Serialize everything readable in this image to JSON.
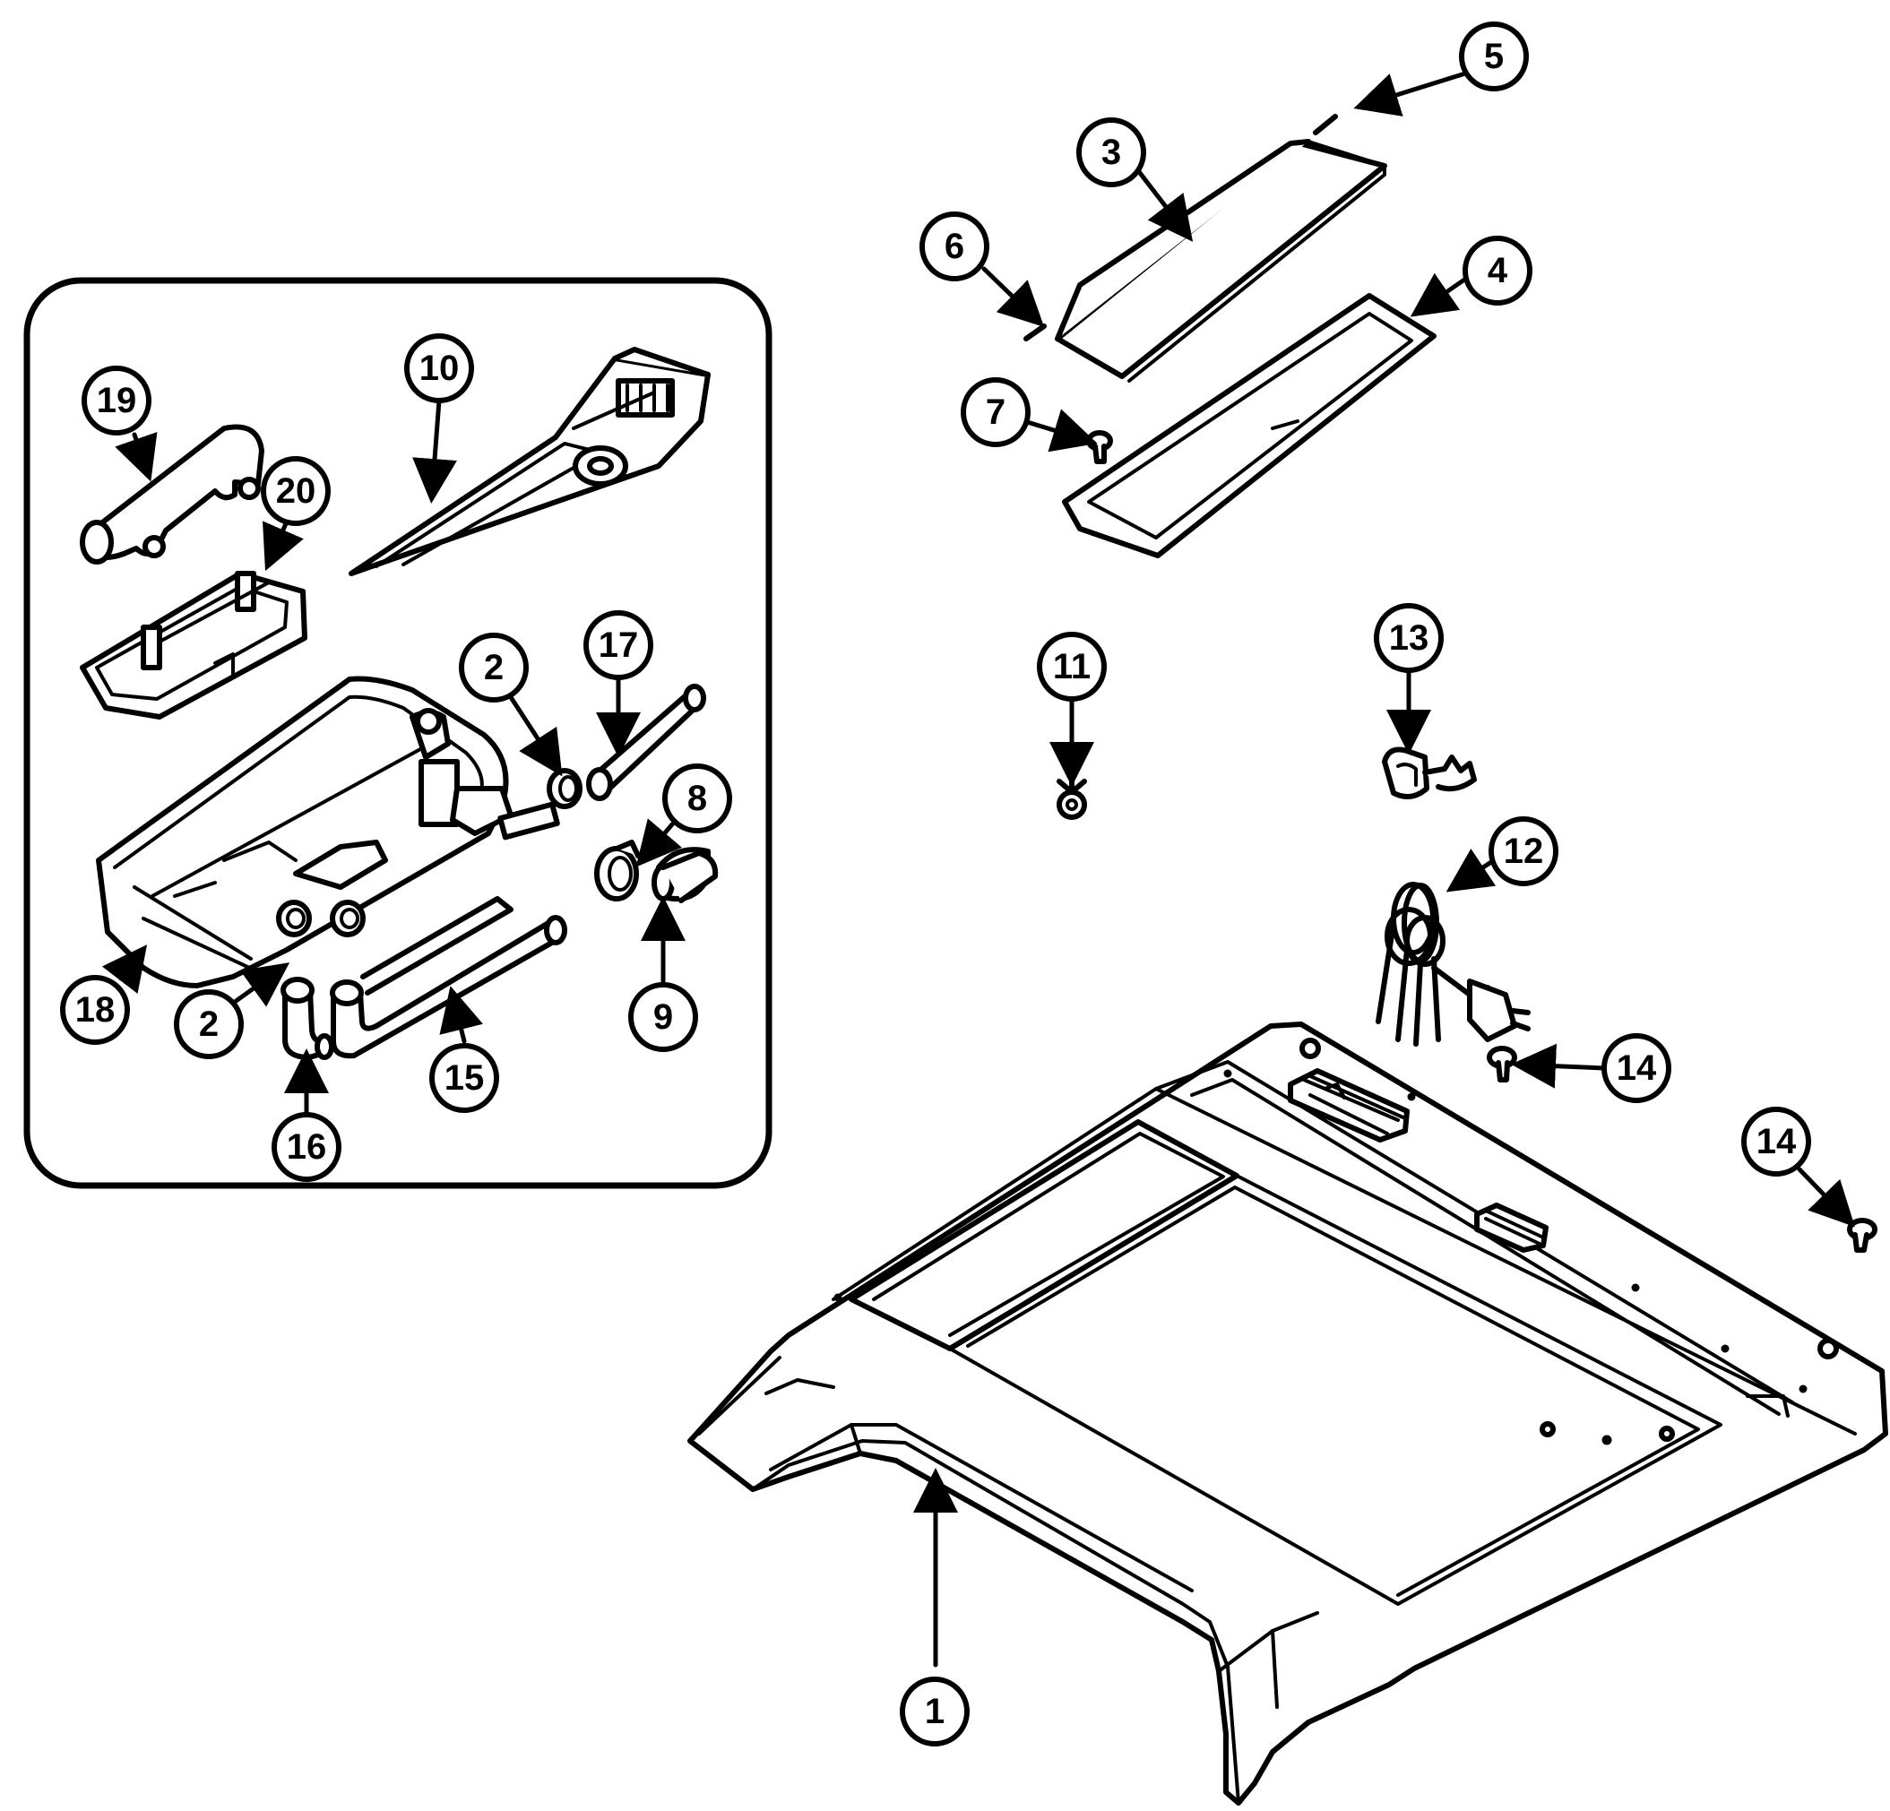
{
  "callouts": {
    "c1": "1",
    "c2a": "2",
    "c2b": "2",
    "c3": "3",
    "c4": "4",
    "c5": "5",
    "c6": "6",
    "c7": "7",
    "c8": "8",
    "c9": "9",
    "c10": "10",
    "c11": "11",
    "c12": "12",
    "c13": "13",
    "c14a": "14",
    "c14b": "14",
    "c15": "15",
    "c16": "16",
    "c17": "17",
    "c18": "18",
    "c19": "19",
    "c20": "20"
  },
  "colors": {
    "line": "#000000",
    "background": "#ffffff"
  }
}
